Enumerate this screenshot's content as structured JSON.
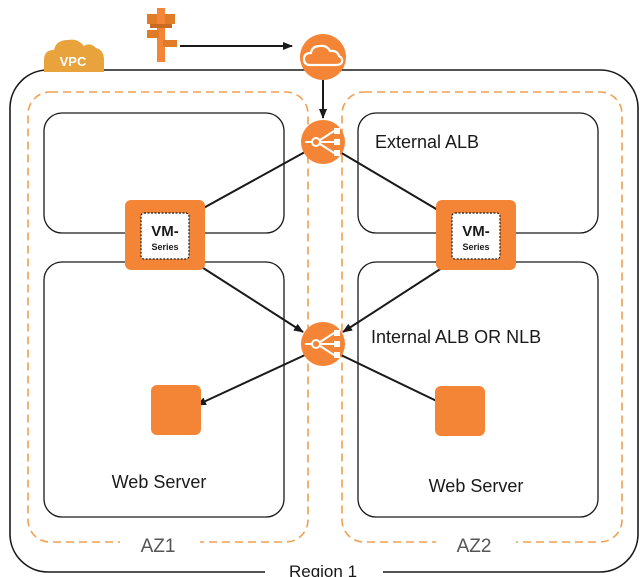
{
  "vpc": {
    "badge": "VPC"
  },
  "region": {
    "label": "Region 1"
  },
  "zones": [
    {
      "label": "AZ1"
    },
    {
      "label": "AZ2"
    }
  ],
  "load_balancers": {
    "external": {
      "label": "External ALB"
    },
    "internal": {
      "label": "Internal ALB OR NLB"
    }
  },
  "firewalls": [
    {
      "line1": "VM-",
      "line2": "Series"
    },
    {
      "line1": "VM-",
      "line2": "Series"
    }
  ],
  "servers": [
    {
      "label": "Web Server"
    },
    {
      "label": "Web Server"
    }
  ],
  "colors": {
    "orange": "#f58536",
    "vpc_gold": "#e8a33d",
    "dashed": "#f0a050",
    "stroke": "#1a1a1a"
  }
}
